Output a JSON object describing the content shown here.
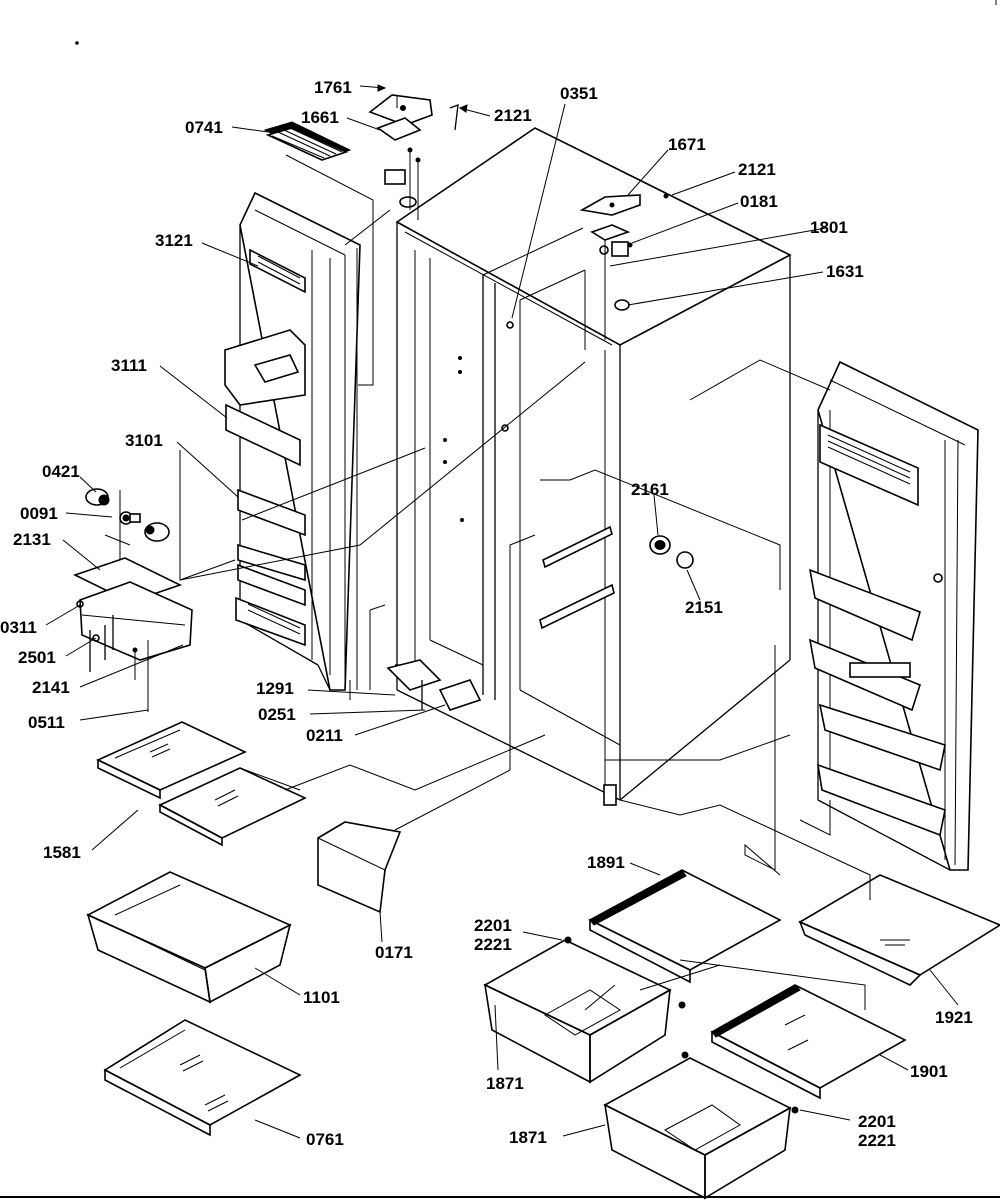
{
  "diagram": {
    "labels": [
      {
        "id": "p1761a",
        "text": "1761"
      },
      {
        "id": "p0741",
        "text": "0741"
      },
      {
        "id": "p1661",
        "text": "1661"
      },
      {
        "id": "p2121a",
        "text": "2121"
      },
      {
        "id": "p0351",
        "text": "0351"
      },
      {
        "id": "p1671",
        "text": "1671"
      },
      {
        "id": "p2121b",
        "text": "2121"
      },
      {
        "id": "p0181",
        "text": "0181"
      },
      {
        "id": "p1801",
        "text": "1801"
      },
      {
        "id": "p1631",
        "text": "1631"
      },
      {
        "id": "p3121",
        "text": "3121"
      },
      {
        "id": "p3111",
        "text": "3111"
      },
      {
        "id": "p3101",
        "text": "3101"
      },
      {
        "id": "p0421",
        "text": "0421"
      },
      {
        "id": "p0091",
        "text": "0091"
      },
      {
        "id": "p2131",
        "text": "2131"
      },
      {
        "id": "p0311",
        "text": "0311"
      },
      {
        "id": "p2501",
        "text": "2501"
      },
      {
        "id": "p2141",
        "text": "2141"
      },
      {
        "id": "p0511",
        "text": "0511"
      },
      {
        "id": "p2161",
        "text": "2161"
      },
      {
        "id": "p2151",
        "text": "2151"
      },
      {
        "id": "p1291",
        "text": "1291"
      },
      {
        "id": "p0251",
        "text": "0251"
      },
      {
        "id": "p0211",
        "text": "0211"
      },
      {
        "id": "p1581",
        "text": "1581"
      },
      {
        "id": "p0171",
        "text": "0171"
      },
      {
        "id": "p1101",
        "text": "1101"
      },
      {
        "id": "p0761",
        "text": "0761"
      },
      {
        "id": "p1891",
        "text": "1891"
      },
      {
        "id": "p2201a",
        "text": "2201"
      },
      {
        "id": "p2221a",
        "text": "2221"
      },
      {
        "id": "p1871a",
        "text": "1871"
      },
      {
        "id": "p1921",
        "text": "1921"
      },
      {
        "id": "p1901",
        "text": "1901"
      },
      {
        "id": "p1871b",
        "text": "1871"
      },
      {
        "id": "p2201b",
        "text": "2201"
      },
      {
        "id": "p2221b",
        "text": "2221"
      }
    ]
  }
}
